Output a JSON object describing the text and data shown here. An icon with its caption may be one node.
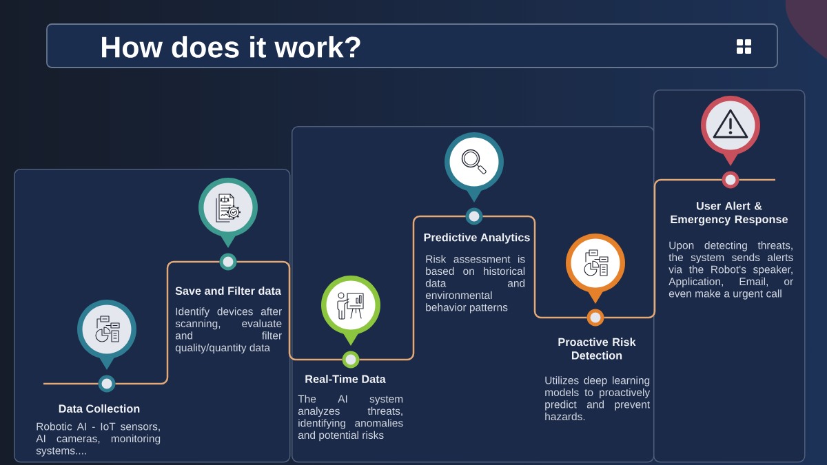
{
  "diagram": {
    "title": "How does it work?",
    "nodes": [
      {
        "text": [],
        "shape": "box"
      },
      {
        "text": [],
        "shape": "circle",
        "in": 0,
        "beside": [
          "Data Collection",
          "Robotic AI - IoT sensors, AI cameras, monitoring systems...."
        ]
      },
      {
        "text": [],
        "shape": "circle",
        "in": 0,
        "beside": [
          "Save and Filter data",
          "Identify devices after scanning, evaluate and filter quality/quantity data"
        ]
      },
      {
        "text": [],
        "shape": "box"
      },
      {
        "text": [],
        "shape": "circle",
        "in": 3,
        "beside": [
          "Real-Time Data",
          "The AI system analyzes threats, identifying anomalies and potential risks"
        ]
      },
      {
        "text": [],
        "shape": "circle",
        "in": 3,
        "beside": [
          "Predictive Analytics",
          "Risk assessment is based on historical data and environmental behavior patterns"
        ]
      },
      {
        "text": [],
        "shape": "circle",
        "in": 3,
        "beside": [
          "Proactive Risk Detection",
          "Utilizes deep learning models to proactively predict and prevent hazards."
        ]
      },
      {
        "text": [],
        "shape": "box"
      },
      {
        "text": [],
        "shape": "circle",
        "in": 7,
        "beside": [
          "User Alert & Emergency Response",
          "Upon detecting threats, the system sends alerts via the Robot's speaker, Application, Email, or even make a urgent call"
        ]
      }
    ],
    "edges": [
      {
        "from": null,
        "to": 1,
        "arrow": "none"
      },
      {
        "from": 1,
        "to": 2,
        "arrow": "none"
      },
      {
        "from": 2,
        "to": 4,
        "arrow": "none"
      },
      {
        "from": 4,
        "to": 5,
        "arrow": "none"
      },
      {
        "from": 5,
        "to": 6,
        "arrow": "none"
      },
      {
        "from": 6,
        "to": 8,
        "arrow": "none"
      },
      {
        "from": 8,
        "to": null,
        "arrow": "none"
      }
    ]
  }
}
